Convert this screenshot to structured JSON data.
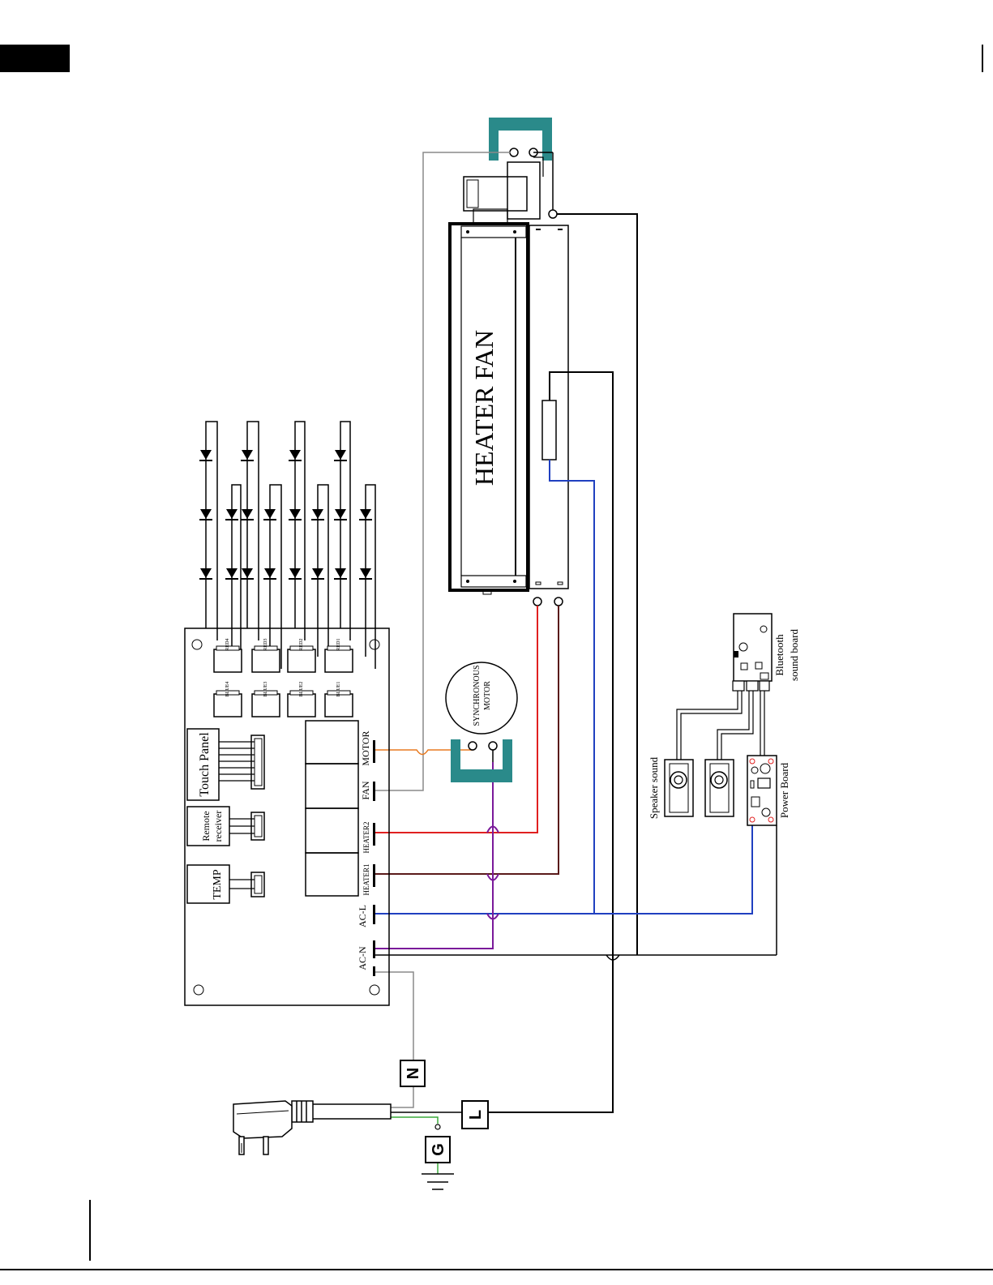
{
  "diagram": {
    "heater_fan": "HEATER FAN",
    "motor_title": "SYNCHRONOUS",
    "motor_sub": "MOTOR",
    "touch_panel": "Touch Panel",
    "remote_1": "Remote",
    "remote_2": "receiver",
    "temp": "TEMP",
    "terminals": [
      "MOTOR",
      "FAN",
      "HEATER2",
      "HEATER1",
      "AC-L",
      "AC-N"
    ],
    "red_connectors": [
      "RED4",
      "RED3",
      "RED2",
      "RED1"
    ],
    "blue_connectors": [
      "BLUE4",
      "BLUE3",
      "BLUE2",
      "BLUE1"
    ],
    "speaker": "Speaker sound",
    "bluetooth_1": "Bluetooth",
    "bluetooth_2": "sound board",
    "power_board": "Power Board",
    "plug_n": "N",
    "plug_l": "L",
    "plug_g": "G"
  },
  "colors": {
    "teal": "#2a8a8a",
    "red": "#e02020",
    "blue": "#2040c0",
    "purple": "#7a1a9a",
    "orange": "#e87a20",
    "gray": "#8a8a8a",
    "green": "#3aaa3a"
  }
}
